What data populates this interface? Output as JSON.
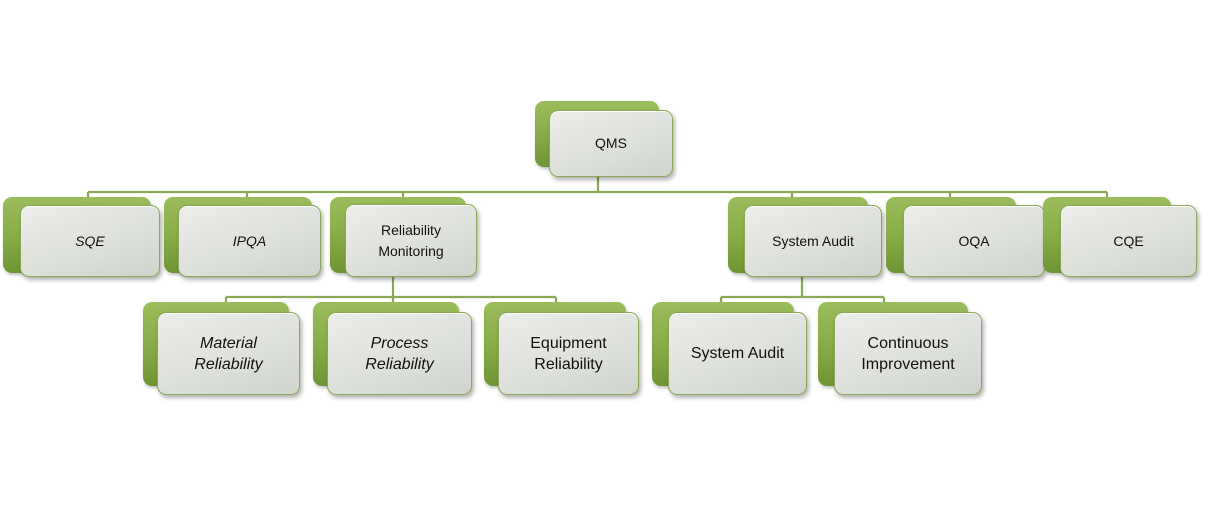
{
  "org_chart": {
    "root": {
      "label": "QMS"
    },
    "level1": [
      {
        "label": "SQE"
      },
      {
        "label": "IPQA"
      },
      {
        "label": "Reliability\nMonitoring"
      },
      {
        "label": "System Audit"
      },
      {
        "label": "OQA"
      },
      {
        "label": "CQE"
      }
    ],
    "level2": [
      {
        "label": "Material\nReliability"
      },
      {
        "label": "Process\nReliability"
      },
      {
        "label": "Equipment\nReliability"
      },
      {
        "label": "System Audit"
      },
      {
        "label": "Continuous\nImprovement"
      }
    ]
  },
  "colors": {
    "back_tile": "#86ab45",
    "front_tile": "#dcdfda",
    "connector": "#8aa855"
  }
}
